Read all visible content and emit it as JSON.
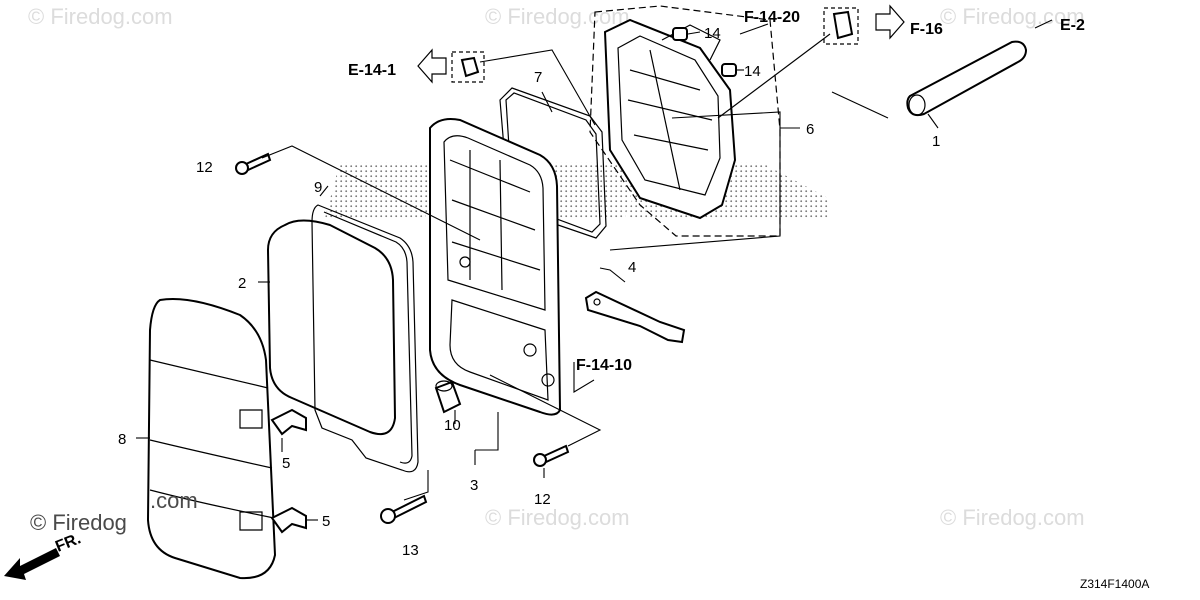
{
  "watermarks": {
    "light_top_left": "© Firedog.com",
    "light_top_mid": "© Firedog.com",
    "light_top_right": "© Firedog.com",
    "light_bottom_mid": "© Firedog.com",
    "light_bottom_right": "© Firedog.com",
    "dark_left_prefix": "© Firedog",
    "dark_left_suffix": ".com"
  },
  "diagram_code": "Z314F1400A",
  "front_marker": "FR.",
  "references": {
    "e_14_1": "E-14-1",
    "f_14_20": "F-14-20",
    "f_16": "F-16",
    "e_2": "E-2",
    "f_14_10": "F-14-10"
  },
  "callouts": {
    "c1": "1",
    "c2": "2",
    "c3": "3",
    "c4": "4",
    "c5a": "5",
    "c5b": "5",
    "c6": "6",
    "c7": "7",
    "c8": "8",
    "c9": "9",
    "c10": "10",
    "c12a": "12",
    "c12b": "12",
    "c13": "13",
    "c14a": "14",
    "c14b": "14"
  }
}
